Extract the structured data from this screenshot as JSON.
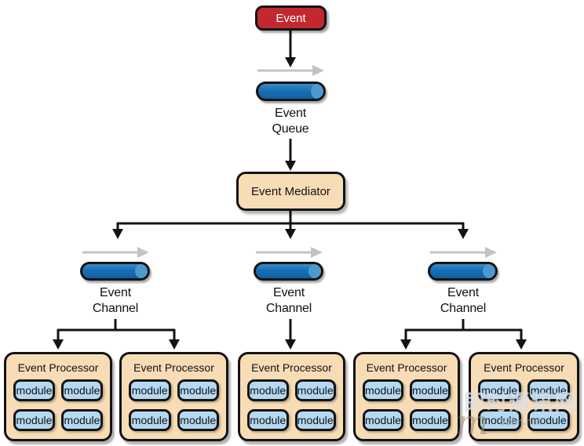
{
  "diagram": {
    "event": {
      "label": "Event"
    },
    "event_queue": {
      "label": "Event\nQueue"
    },
    "event_mediator": {
      "label": "Event Mediator"
    },
    "channels": [
      {
        "label": "Event\nChannel"
      },
      {
        "label": "Event\nChannel"
      },
      {
        "label": "Event\nChannel"
      }
    ],
    "processors": [
      {
        "title": "Event Processor",
        "modules": [
          "module",
          "module",
          "module",
          "module"
        ]
      },
      {
        "title": "Event Processor",
        "modules": [
          "module",
          "module",
          "module",
          "module"
        ]
      },
      {
        "title": "Event Processor",
        "modules": [
          "module",
          "module",
          "module",
          "module"
        ]
      },
      {
        "title": "Event Processor",
        "modules": [
          "module",
          "module",
          "module",
          "module"
        ]
      },
      {
        "title": "Event Processor",
        "modules": [
          "module",
          "module",
          "module",
          "module"
        ]
      }
    ]
  },
  "colors": {
    "event_red": "#c2292f",
    "container_tan": "#f8dcb6",
    "module_blue": "#b5d9f2",
    "channel_blue": "#1a71b6",
    "connector_black": "#131313",
    "flow_gray": "#c3c3c3"
  },
  "watermark": {
    "logo": "m",
    "text": "即时通讯网",
    "site": "52im.net"
  }
}
